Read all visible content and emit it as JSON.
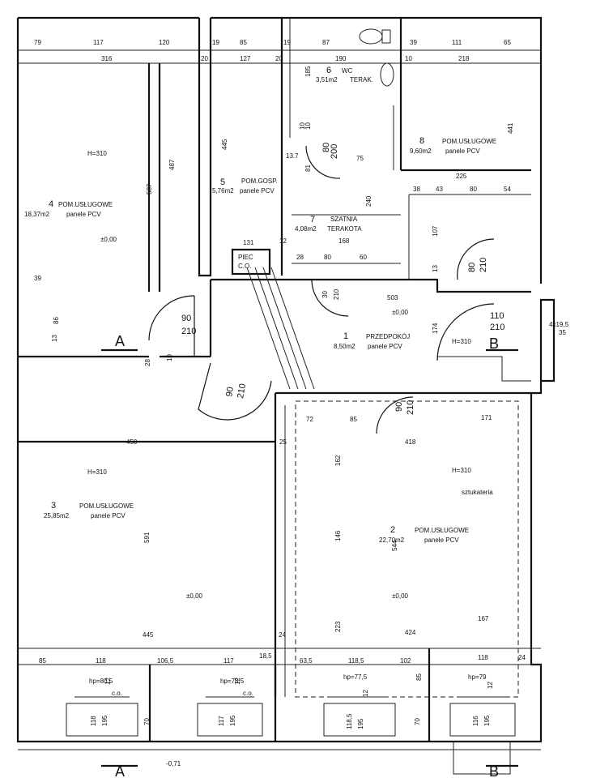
{
  "rooms": {
    "r1": {
      "num": "1",
      "name": "PRZEDPOKÓJ",
      "area": "8,50m2",
      "floor": "panele PCV"
    },
    "r2": {
      "num": "2",
      "name": "POM.USŁUGOWE",
      "area": "22,70m2",
      "floor": "panele PCV"
    },
    "r3": {
      "num": "3",
      "name": "POM.USŁUGOWE",
      "area": "25,85m2",
      "floor": "panele PCV"
    },
    "r4": {
      "num": "4",
      "name": "POM.USŁUGOWE",
      "area": "18,37m2",
      "floor": "panele PCV"
    },
    "r5": {
      "num": "5",
      "name": "POM.GOSP.",
      "area": "5,76m2",
      "floor": "panele PCV"
    },
    "r6": {
      "num": "6",
      "name": "WC",
      "area": "3,51m2",
      "floor": "TERAK."
    },
    "r7": {
      "num": "7",
      "name": "SZATNIA",
      "area": "4,08m2",
      "floor": "TERAKOTA"
    },
    "r8": {
      "num": "8",
      "name": "POM.USŁUGOWE",
      "area": "9,60m2",
      "floor": "panele PCV"
    }
  },
  "heights": {
    "h1": "H=310",
    "h2": "H=310",
    "h3": "H=310",
    "h4": "H=310"
  },
  "levels": {
    "l1": "±0,00",
    "l2": "±0,00",
    "l3": "±0,00",
    "l4": "±0,00",
    "ext": "-0,71"
  },
  "piec": {
    "line1": "PIEC",
    "line2": "C.O."
  },
  "sztukateria": "sztukateria",
  "section_marks": {
    "a1": "A",
    "b1": "B",
    "a2": "A",
    "b2": "B"
  },
  "doors": {
    "d1": {
      "w": "90",
      "h": "210"
    },
    "d2": {
      "w": "90",
      "h": "210"
    },
    "d3": {
      "w": "110",
      "h": "210"
    },
    "d4": {
      "w": "90",
      "h": "210"
    },
    "d5": {
      "w": "80",
      "h": "210"
    },
    "d6": {
      "w": "80",
      "h": "200"
    }
  },
  "windows": {
    "w1": {
      "hp": "hp=80,5",
      "size": "118",
      "height": "195",
      "co": "c.o."
    },
    "w2": {
      "hp": "hp=78,5",
      "size": "117",
      "height": "195",
      "co": "c.o."
    },
    "w3": {
      "hp": "hp=77,5",
      "size": "118,5",
      "height": "195"
    },
    "w4": {
      "hp": "hp=79",
      "size": "116",
      "height": "195"
    }
  },
  "dims": {
    "top_row1": [
      "79",
      "117",
      "120",
      "19",
      "85",
      "19",
      "87",
      "39",
      "111",
      "65"
    ],
    "top_row2": [
      "316",
      "20",
      "127",
      "20",
      "190",
      "10",
      "218"
    ],
    "interior": [
      "487",
      "587",
      "445",
      "185",
      "441",
      "225",
      "10",
      "38",
      "43",
      "80",
      "54",
      "131",
      "12",
      "168",
      "28",
      "80",
      "60",
      "107",
      "13",
      "503",
      "174",
      "13",
      "86",
      "28",
      "10",
      "450",
      "591",
      "445",
      "418",
      "171",
      "72",
      "85",
      "25",
      "162",
      "146",
      "544",
      "223",
      "424",
      "167",
      "24",
      "13.7",
      "81",
      "75",
      "240",
      "10",
      "30",
      "210",
      "39",
      "4x19,5",
      "35"
    ],
    "bottom_row": [
      "85",
      "118",
      "106,5",
      "117",
      "18,5",
      "63,5",
      "118,5",
      "102",
      "118",
      "24"
    ],
    "bottom_misc": [
      "70",
      "70",
      "85",
      "12",
      "12",
      "12",
      "12"
    ]
  }
}
